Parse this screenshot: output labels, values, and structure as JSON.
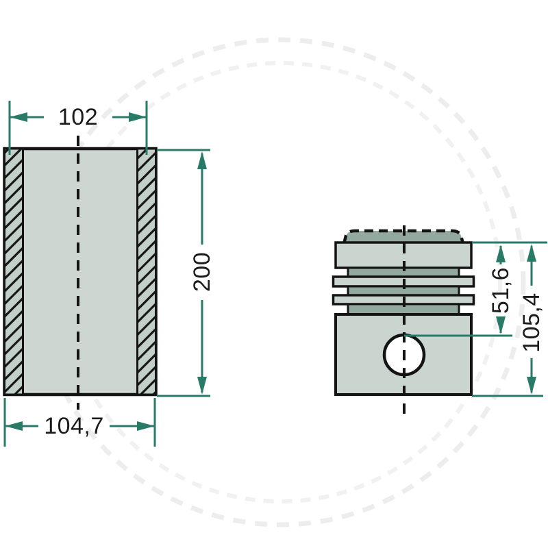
{
  "meta": {
    "description": "Technical drawing of a cylinder liner (sectioned, left) and a piston (right) with dimension annotations"
  },
  "colors": {
    "dimension_teal": "#2a7a68",
    "outline_black": "#141414",
    "part_fill_light": "#cbd5cf",
    "part_fill_dark": "#93a89e",
    "liner_bore_fill": "#cdd6d1",
    "wall_fill": "#c3cfc9",
    "watermark_gray": "#ededed"
  },
  "liner_view": {
    "name": "cylinder-liner-section",
    "dims": {
      "inner_width": "102",
      "outer_width": "104,7",
      "height": "200"
    }
  },
  "piston_view": {
    "name": "piston-side-view",
    "dims": {
      "top_to_pin": "51,6",
      "total_height": "105,4"
    }
  }
}
